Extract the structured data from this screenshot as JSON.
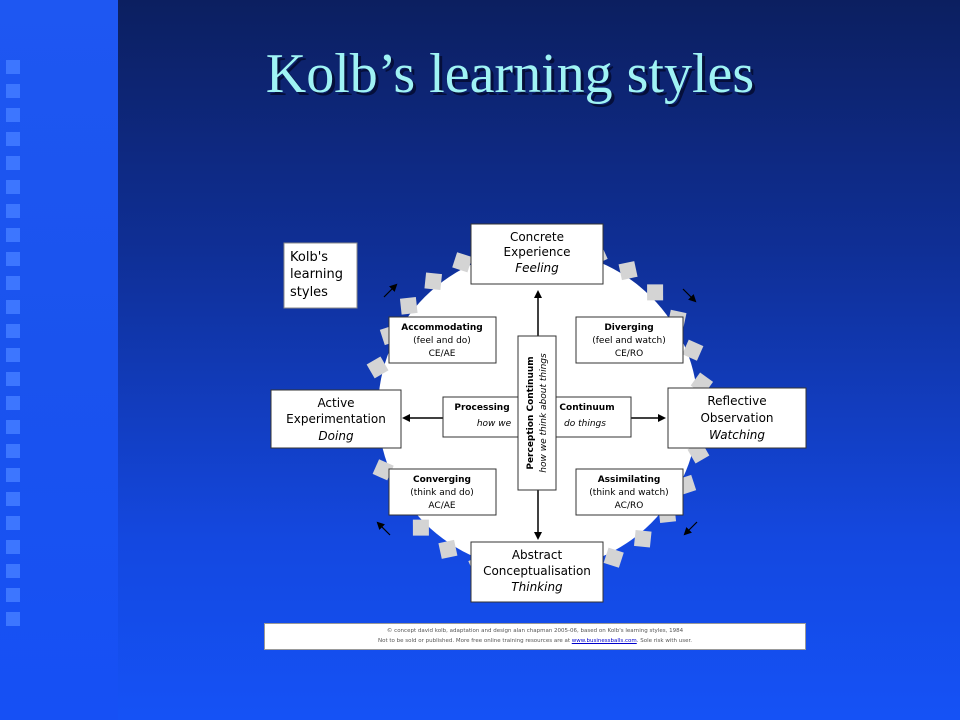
{
  "title": "Kolb’s learning styles",
  "diagram": {
    "label": [
      "Kolb's",
      "learning",
      "styles"
    ],
    "poles": {
      "top": {
        "line1": "Concrete",
        "line2": "Experience",
        "sub": "Feeling"
      },
      "left": {
        "line1": "Active",
        "line2": "Experimentation",
        "sub": "Doing"
      },
      "right": {
        "line1": "Reflective",
        "line2": "Observation",
        "sub": "Watching"
      },
      "bottom": {
        "line1": "Abstract",
        "line2": "Conceptualisation",
        "sub": "Thinking"
      }
    },
    "styles": {
      "accommodating": {
        "name": "Accommodating",
        "desc": "(feel and do)",
        "code": "CE/AE"
      },
      "diverging": {
        "name": "Diverging",
        "desc": "(feel and watch)",
        "code": "CE/RO"
      },
      "converging": {
        "name": "Converging",
        "desc": "(think and do)",
        "code": "AC/AE"
      },
      "assimilating": {
        "name": "Assimilating",
        "desc": "(think and watch)",
        "code": "AC/RO"
      }
    },
    "processing": {
      "left_title": "Processing",
      "left_sub": "how we",
      "right_title": "Continuum",
      "right_sub": "do things"
    },
    "perception": {
      "title": "Perception Continuum",
      "sub": "how we think about things"
    }
  },
  "footer": {
    "line1": "© concept david kolb, adaptation and design alan chapman 2005-06, based on Kolb's learning styles, 1984",
    "line2_pre": "Not to be sold or published. More free online training resources are at",
    "line2_link": "www.businessballs.com",
    "line2_post": ". Sole risk with user."
  },
  "colors": {
    "title": "#9ff3f4",
    "ring_tile": "#d4d4d4",
    "background": "#1448e0"
  }
}
